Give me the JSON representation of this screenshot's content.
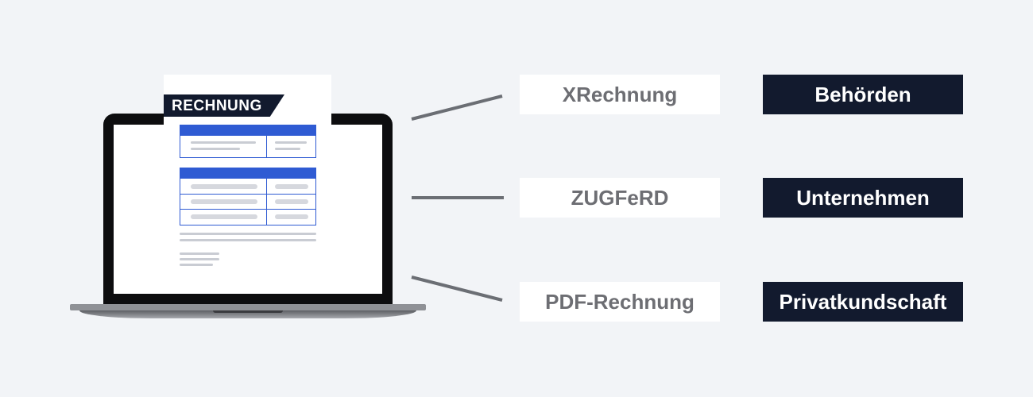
{
  "document": {
    "tag_label": "RECHNUNG"
  },
  "formats": [
    {
      "label": "XRechnung"
    },
    {
      "label": "ZUGFeRD"
    },
    {
      "label": "PDF-Rechnung"
    }
  ],
  "audiences": [
    {
      "label": "Behörden"
    },
    {
      "label": "Unternehmen"
    },
    {
      "label": "Privatkundschaft"
    }
  ],
  "colors": {
    "background": "#f2f4f7",
    "dark_navy": "#121a2e",
    "accent_blue": "#2f5bd3",
    "label_gray_text": "#6d6e73",
    "connector": "#6b6e74"
  },
  "icons": {
    "device": "laptop-icon",
    "invoice": "invoice-document-icon"
  }
}
